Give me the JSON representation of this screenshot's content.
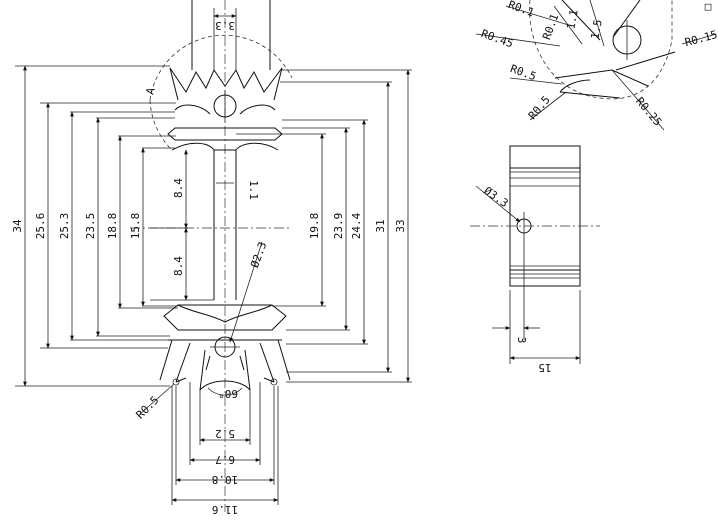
{
  "drawing": {
    "section_marker": "A",
    "front_view": {
      "left_dims": [
        "34",
        "25.6",
        "25.3",
        "23.5",
        "18.8",
        "15.8"
      ],
      "right_dims": [
        "19.8",
        "23.9",
        "24.4",
        "31",
        "33"
      ],
      "center_dims": [
        "8.4",
        "8.4",
        "1.1"
      ],
      "top_dim": "3.3",
      "hole_diameter": "Ø2.3",
      "bottom_dims": [
        "5.2",
        "6.7",
        "10.8",
        "11.6"
      ],
      "bottom_angle": "60°",
      "bottom_radius": "R0.5"
    },
    "detail_view": {
      "labels": [
        "R0.45",
        "R0.5",
        "R0.5",
        "R0.25",
        "R0.1",
        "1.1",
        "1.5",
        "R0.1",
        "R0.15"
      ]
    },
    "side_view": {
      "hole_dim": "Ø3.3",
      "bottom_dim": "3",
      "width_dim": "15"
    },
    "corner_mark": "□"
  }
}
